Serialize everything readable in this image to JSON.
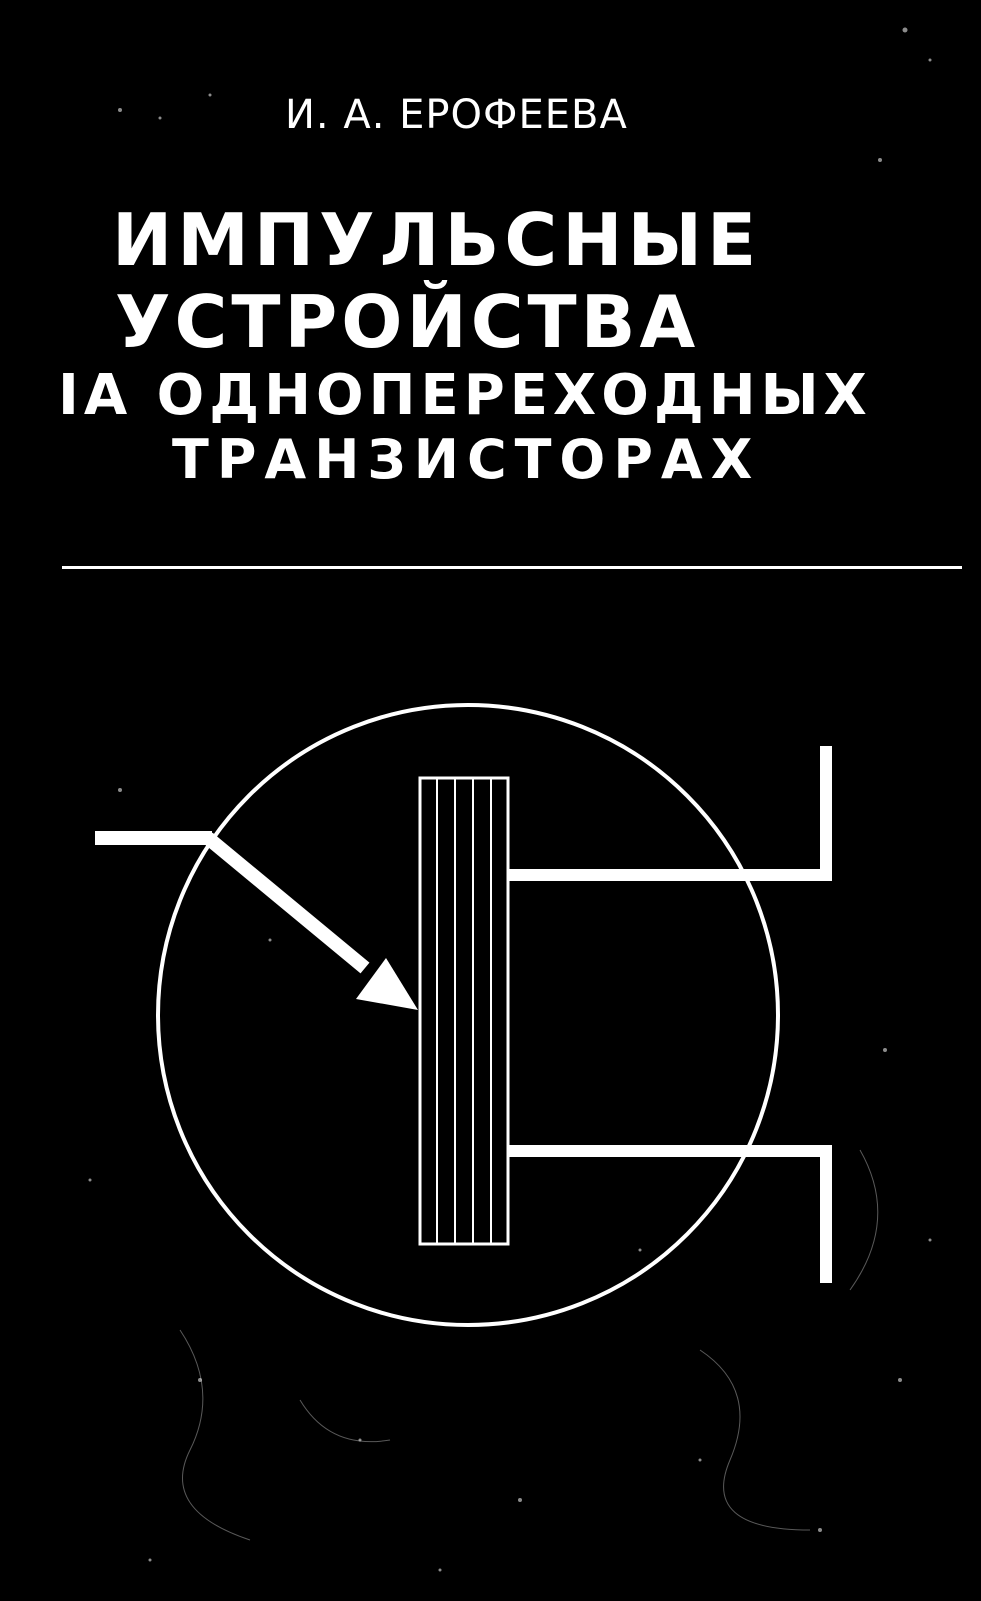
{
  "cover": {
    "author": "И. А. ЕРОФЕЕВА",
    "title_lines": [
      "ИМПУЛЬСНЫЕ",
      "УСТРОЙСТВА",
      "IА ОДНОПЕРЕХОДНЫХ",
      "ТРАНЗИСТОРАХ"
    ]
  },
  "colors": {
    "background": "#000000",
    "foreground": "#ffffff"
  },
  "icons": {
    "emblem": "unijunction-transistor-symbol-icon"
  }
}
